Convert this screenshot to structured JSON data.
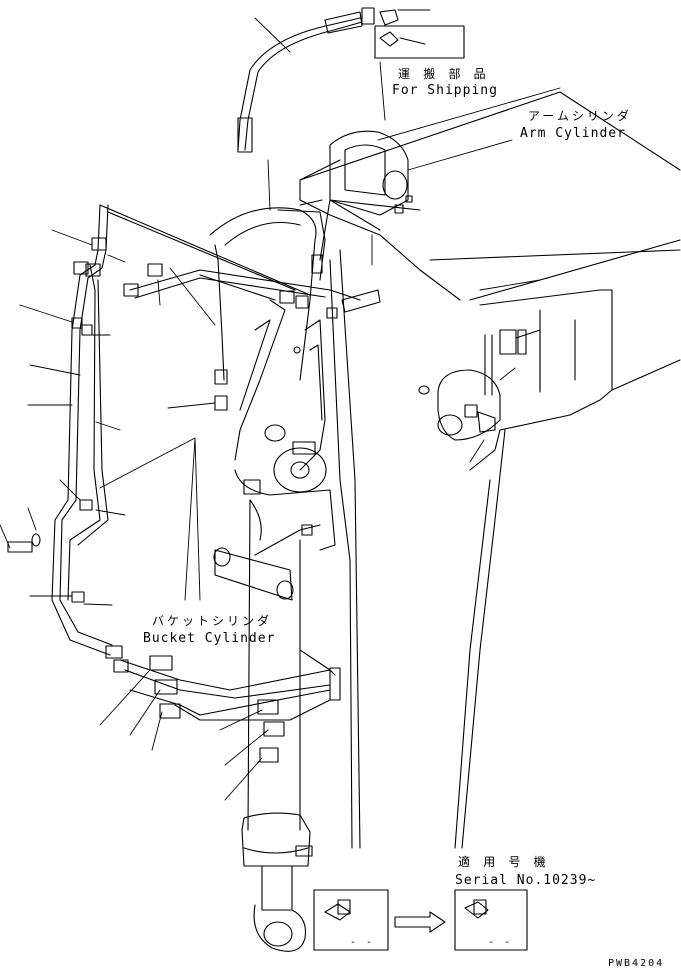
{
  "labels": {
    "shipping_jp": "運 搬 部 品",
    "shipping_en": "For Shipping",
    "arm_cylinder_jp": "アームシリンダ",
    "arm_cylinder_en": "Arm Cylinder",
    "bucket_cylinder_jp": "バケットシリンダ",
    "bucket_cylinder_en": "Bucket Cylinder",
    "serial_jp": "適 用 号 機",
    "serial_en": "Serial No.10239~",
    "drawing_ref": "PWB4204"
  },
  "detail_boxes": {
    "before_mark": "- -",
    "after_mark": "- -"
  },
  "colors": {
    "line": "#000000",
    "background": "#ffffff"
  }
}
